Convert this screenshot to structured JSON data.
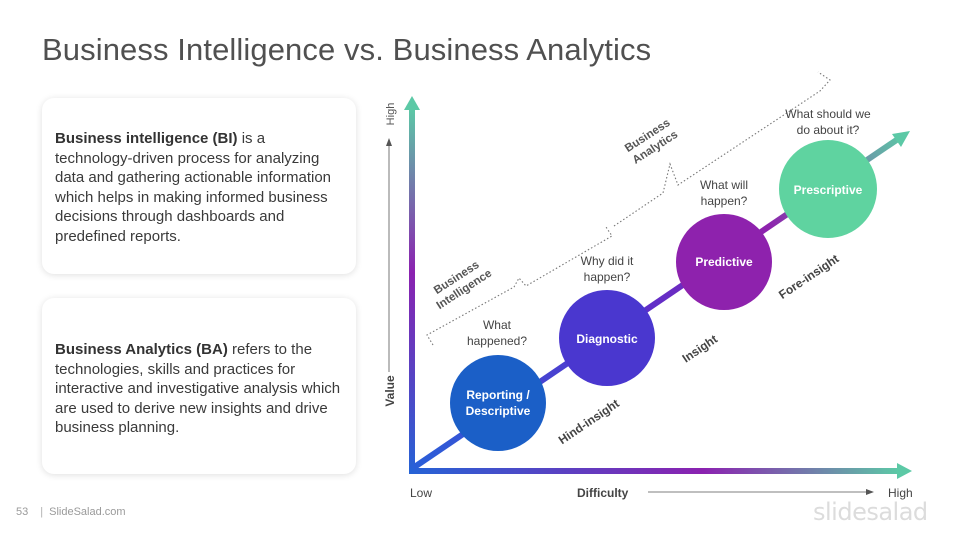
{
  "title": "Business Intelligence vs. Business Analytics",
  "bi_card": {
    "term": "Business intelligence (BI)",
    "description": " is a technology-driven process for analyzing data and gathering actionable information which helps in making informed business decisions through dashboards and predefined reports."
  },
  "ba_card": {
    "term": "Business Analytics (BA)",
    "description": " refers to the technologies, skills and practices for interactive and investigative analysis which are used to derive new insights and drive business planning."
  },
  "axes": {
    "y_label": "Value",
    "y_high": "High",
    "x_label": "Difficulty",
    "x_low": "Low",
    "x_high": "High"
  },
  "brackets": {
    "bi": [
      "Business",
      "Intelligence"
    ],
    "ba": [
      "Business",
      "Analytics"
    ]
  },
  "stages": [
    {
      "label": [
        "Reporting /",
        "Descriptive"
      ],
      "question": [
        "What",
        "happened?"
      ],
      "color": "#1b5fc7"
    },
    {
      "label": [
        "Diagnostic"
      ],
      "question": [
        "Why did it",
        "happen?"
      ],
      "color": "#4a37cf"
    },
    {
      "label": [
        "Predictive"
      ],
      "question": [
        "What will",
        "happen?"
      ],
      "color": "#8e22ad"
    },
    {
      "label": [
        "Prescriptive"
      ],
      "question": [
        "What should we",
        "do about it?"
      ],
      "color": "#5fd3a0"
    }
  ],
  "insights": [
    "Hind-insight",
    "Insight",
    "Fore-insight"
  ],
  "footer": {
    "page_number": "53",
    "source": "SlideSalad.com",
    "brand": "slidesalad"
  }
}
